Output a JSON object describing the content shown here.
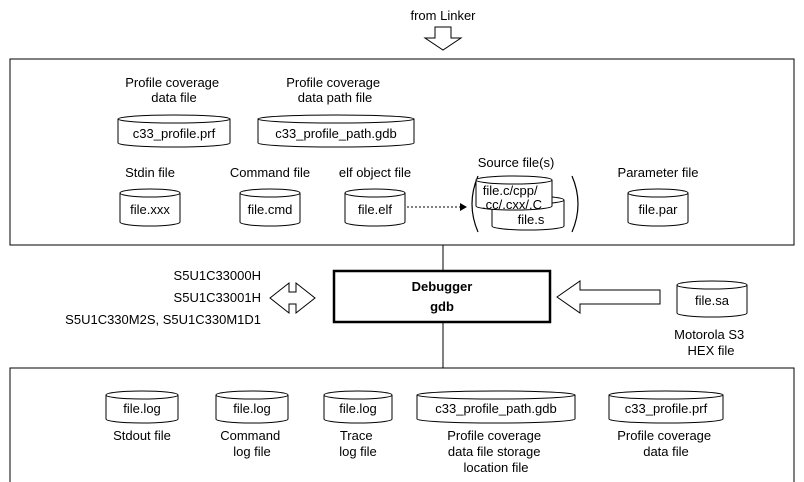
{
  "header": {
    "from_linker": "from Linker"
  },
  "debugger": {
    "title": "Debugger",
    "subtitle": "gdb"
  },
  "top_section": {
    "profile_data": {
      "caption": [
        "Profile coverage",
        "data file"
      ],
      "file": "c33_profile.prf"
    },
    "profile_path": {
      "caption": [
        "Profile coverage",
        "data path file"
      ],
      "file": "c33_profile_path.gdb"
    },
    "stdin": {
      "caption": "Stdin file",
      "file": "file.xxx"
    },
    "command": {
      "caption": "Command file",
      "file": "file.cmd"
    },
    "elf": {
      "caption": "elf object file",
      "file": "file.elf"
    },
    "source": {
      "caption": "Source file(s)",
      "files": [
        "file.c/cpp/",
        ".cc/.cxx/.C",
        "file.s"
      ]
    },
    "parameter": {
      "caption": "Parameter file",
      "file": "file.par"
    }
  },
  "middle_section": {
    "targets": [
      "S5U1C33000H",
      "S5U1C33001H",
      "S5U1C330M2S, S5U1C330M1D1"
    ],
    "hex": {
      "file": "file.sa",
      "caption": [
        "Motorola S3",
        "HEX file"
      ]
    }
  },
  "bottom_section": {
    "stdout": {
      "file": "file.log",
      "caption": [
        "Stdout file"
      ]
    },
    "command_log": {
      "file": "file.log",
      "caption": [
        "Command",
        "log file"
      ]
    },
    "trace_log": {
      "file": "file.log",
      "caption": [
        "Trace",
        "log file"
      ]
    },
    "path_store": {
      "file": "c33_profile_path.gdb",
      "caption": [
        "Profile coverage",
        "data file storage",
        "location file"
      ]
    },
    "profile_out": {
      "file": "c33_profile.prf",
      "caption": [
        "Profile coverage",
        "data file"
      ]
    }
  }
}
